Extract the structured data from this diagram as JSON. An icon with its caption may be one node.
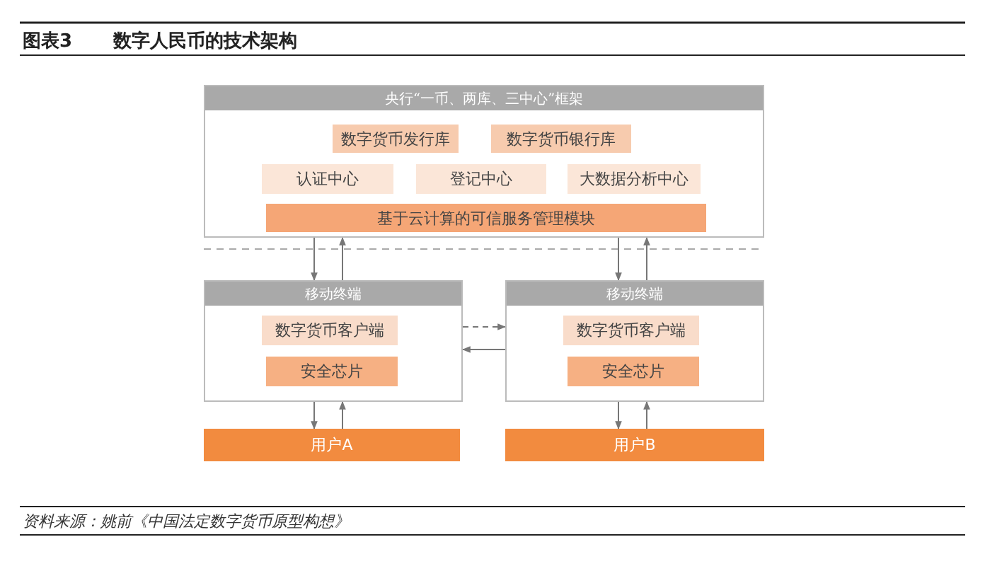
{
  "diagram": {
    "title": "数字人民币的技术架构",
    "caption": "资料来源：姚前《中国法定数字货币原型构想》",
    "labels": [
      "图表3"
    ],
    "nodes": [
      {
        "text": [
          "央行“一币、两库、三中心”框架"
        ]
      },
      {
        "text": [
          "数字货币发行库"
        ],
        "in": 0
      },
      {
        "text": [
          "数字货币银行库"
        ],
        "in": 0
      },
      {
        "text": [
          "认证中心"
        ],
        "in": 0
      },
      {
        "text": [
          "登记中心"
        ],
        "in": 0
      },
      {
        "text": [
          "大数据分析中心"
        ],
        "in": 0
      },
      {
        "text": [
          "基于云计算的可信服务管理模块"
        ],
        "in": 0
      },
      {
        "text": [
          "移动终端"
        ]
      },
      {
        "text": [
          "数字货币客户端"
        ],
        "in": 7
      },
      {
        "text": [
          "安全芯片"
        ],
        "in": 7
      },
      {
        "text": [
          "移动终端"
        ]
      },
      {
        "text": [
          "数字货币客户端"
        ],
        "in": 10
      },
      {
        "text": [
          "安全芯片"
        ],
        "in": 10
      },
      {
        "text": [
          "用户A"
        ]
      },
      {
        "text": [
          "用户B"
        ]
      }
    ],
    "edges": [
      {
        "from": 0,
        "to": 7,
        "arrow": "to"
      },
      {
        "from": 7,
        "to": 0,
        "arrow": "to"
      },
      {
        "from": 0,
        "to": 10,
        "arrow": "to"
      },
      {
        "from": 10,
        "to": 0,
        "arrow": "to"
      },
      {
        "from": 7,
        "to": 10,
        "arrow": "to",
        "style": "dashed"
      },
      {
        "from": 10,
        "to": 7,
        "arrow": "to"
      },
      {
        "from": 7,
        "to": 13,
        "arrow": "to"
      },
      {
        "from": 13,
        "to": 7,
        "arrow": "to"
      },
      {
        "from": 10,
        "to": 14,
        "arrow": "to"
      },
      {
        "from": 14,
        "to": 10,
        "arrow": "to"
      }
    ]
  }
}
